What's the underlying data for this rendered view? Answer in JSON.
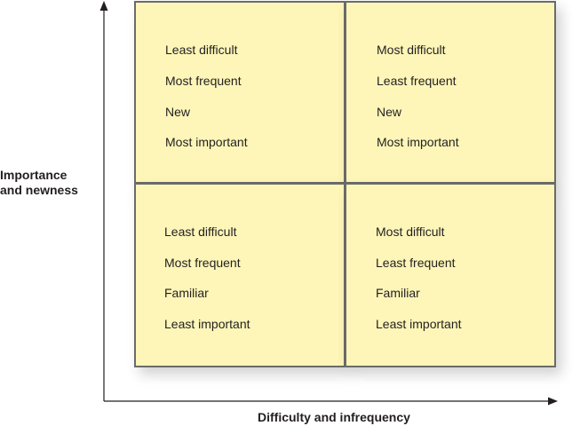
{
  "y_axis": {
    "label_line1": "Importance",
    "label_line2": "and newness"
  },
  "x_axis": {
    "label": "Difficulty and infrequency"
  },
  "quadrants": {
    "top_left": {
      "lines": [
        "Least difficult",
        "Most frequent",
        "New",
        "Most important"
      ]
    },
    "top_right": {
      "lines": [
        "Most difficult",
        "Least frequent",
        "New",
        "Most important"
      ]
    },
    "bottom_left": {
      "lines": [
        "Least difficult",
        "Most frequent",
        "Familiar",
        "Least important"
      ]
    },
    "bottom_right": {
      "lines": [
        "Most difficult",
        "Least frequent",
        "Familiar",
        "Least important"
      ]
    }
  },
  "colors": {
    "quadrant_fill": "#fdf6b8",
    "quadrant_border": "#6b6b6b",
    "axis": "#231f20"
  }
}
